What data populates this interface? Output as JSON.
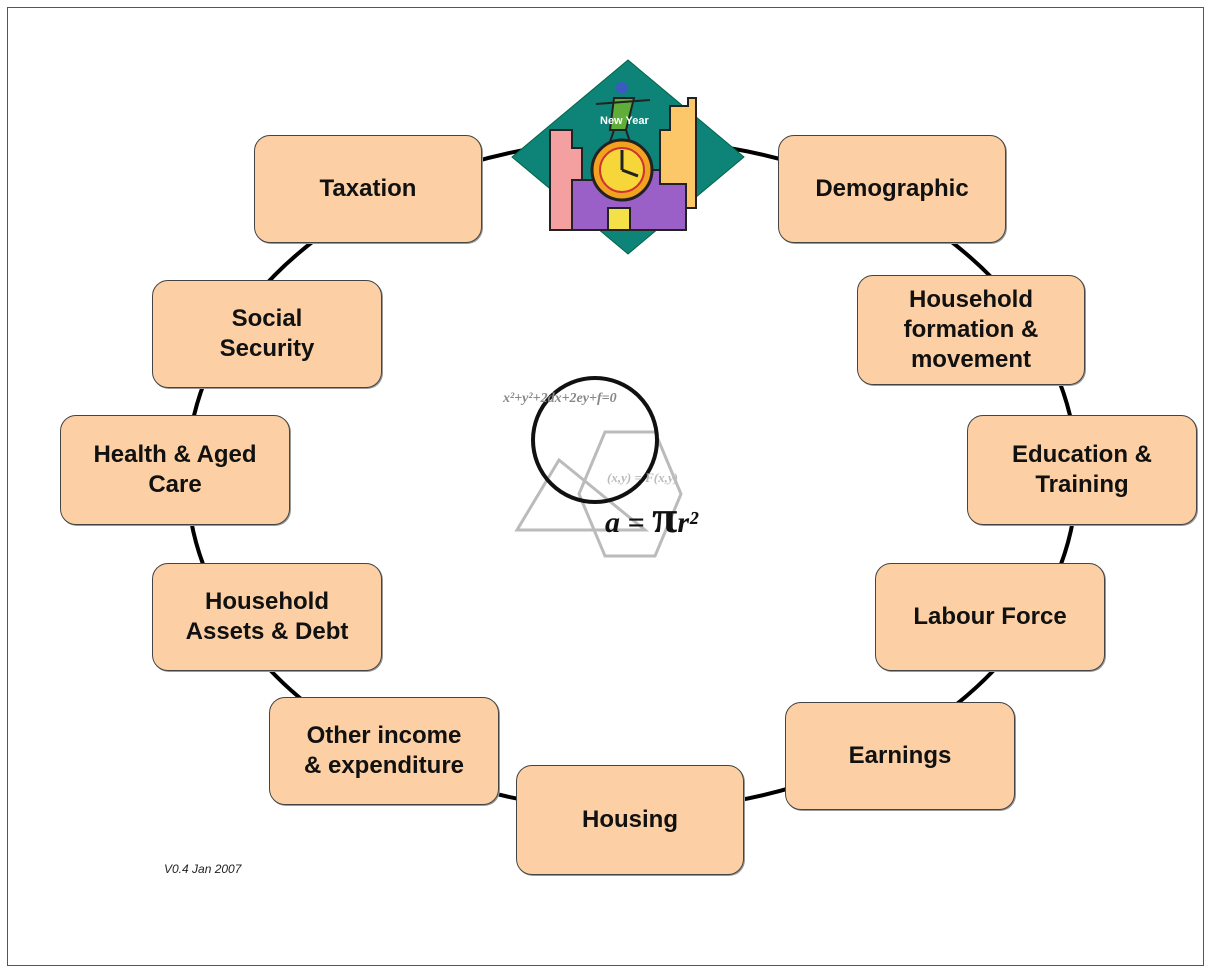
{
  "diagram": {
    "nodes": [
      {
        "id": "taxation",
        "label": "Taxation"
      },
      {
        "id": "demographic",
        "label": "Demographic"
      },
      {
        "id": "household-formation",
        "label": "Household\nformation &\nmovement"
      },
      {
        "id": "education",
        "label": "Education &\nTraining"
      },
      {
        "id": "labour-force",
        "label": "Labour Force"
      },
      {
        "id": "earnings",
        "label": "Earnings"
      },
      {
        "id": "housing",
        "label": "Housing"
      },
      {
        "id": "other-income",
        "label": "Other income\n& expenditure"
      },
      {
        "id": "household-assets",
        "label": "Household\nAssets & Debt"
      },
      {
        "id": "health",
        "label": "Health & Aged\nCare"
      },
      {
        "id": "social-security",
        "label": "Social\nSecurity"
      }
    ],
    "version": "V0.4 Jan 2007",
    "logo_text": "New Year",
    "center_equations": {
      "top": "x²+y²+2dx+2ey+f=0",
      "middle": "(x,y) = F(x,y)",
      "bottom_prefix": "a = ",
      "pi": "π",
      "bottom_suffix": "r²"
    }
  },
  "colors": {
    "node_fill": "#fcd0a4",
    "ring": "#000000",
    "logo_bg": "#0e8378"
  }
}
